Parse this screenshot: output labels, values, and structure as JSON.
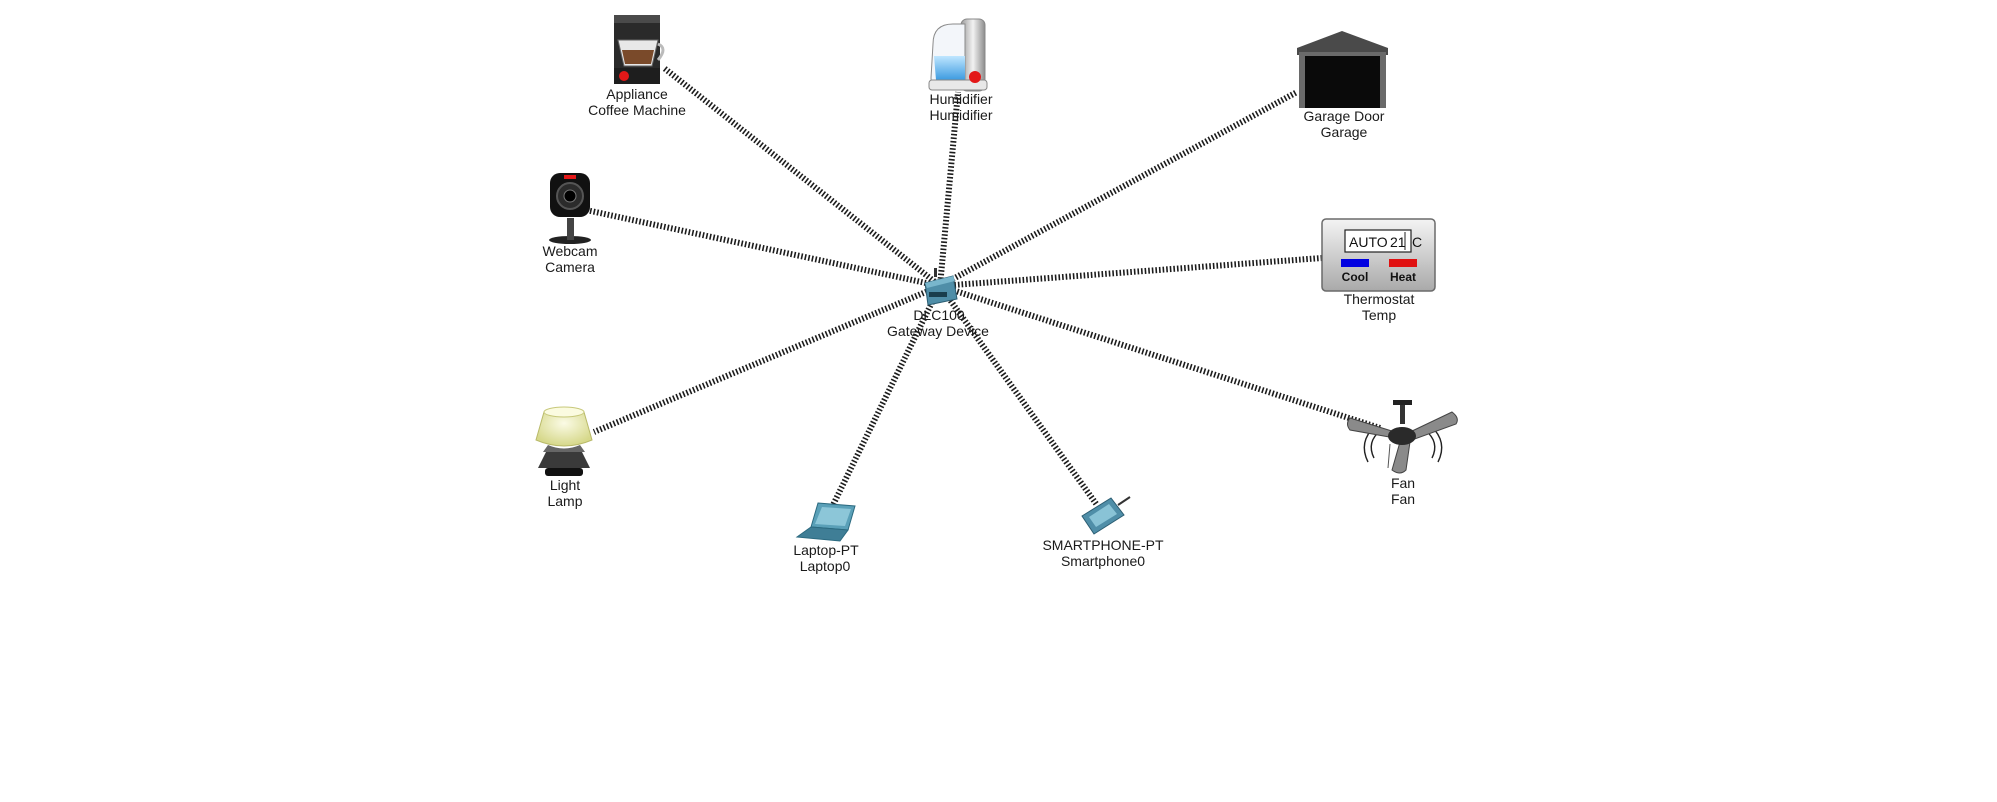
{
  "canvas": {
    "background": "#ffffff",
    "link_color": "#1c1c1c"
  },
  "devices": [
    {
      "id": "gateway",
      "icon": "gateway-icon",
      "type": "DLC100",
      "name": "Gateway Device"
    },
    {
      "id": "coffee",
      "icon": "coffee-machine-icon",
      "type": "Appliance",
      "name": "Coffee Machine"
    },
    {
      "id": "humidifier",
      "icon": "humidifier-icon",
      "type": "Humidifier",
      "name": "Humidifier"
    },
    {
      "id": "garage",
      "icon": "garage-door-icon",
      "type": "Garage Door",
      "name": "Garage"
    },
    {
      "id": "webcam",
      "icon": "webcam-icon",
      "type": "Webcam",
      "name": "Camera"
    },
    {
      "id": "thermostat",
      "icon": "thermostat-icon",
      "type": "Thermostat",
      "name": "Temp"
    },
    {
      "id": "lamp",
      "icon": "lamp-icon",
      "type": "Light",
      "name": "Lamp"
    },
    {
      "id": "fan",
      "icon": "ceiling-fan-icon",
      "type": "Fan",
      "name": "Fan"
    },
    {
      "id": "laptop",
      "icon": "laptop-icon",
      "type": "Laptop-PT",
      "name": "Laptop0"
    },
    {
      "id": "smartphone",
      "icon": "smartphone-icon",
      "type": "SMARTPHONE-PT",
      "name": "Smartphone0"
    }
  ],
  "links": [
    {
      "from": "gateway",
      "to": "coffee"
    },
    {
      "from": "gateway",
      "to": "humidifier"
    },
    {
      "from": "gateway",
      "to": "garage"
    },
    {
      "from": "gateway",
      "to": "webcam"
    },
    {
      "from": "gateway",
      "to": "thermostat"
    },
    {
      "from": "gateway",
      "to": "lamp"
    },
    {
      "from": "gateway",
      "to": "fan"
    },
    {
      "from": "gateway",
      "to": "laptop"
    },
    {
      "from": "gateway",
      "to": "smartphone"
    }
  ],
  "thermostat_display": {
    "mode": "AUTO",
    "temperature": "21",
    "unit": "C",
    "cool_label": "Cool",
    "heat_label": "Heat",
    "cool_color": "#0000e0",
    "heat_color": "#e01010"
  }
}
